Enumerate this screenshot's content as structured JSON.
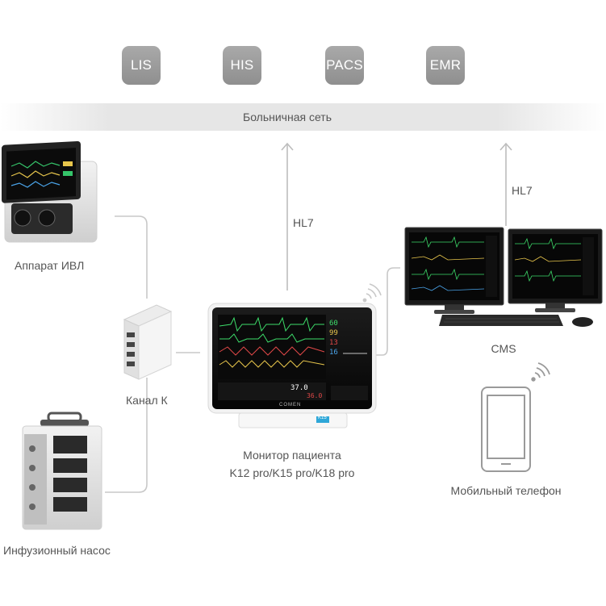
{
  "systems": [
    {
      "label": "LIS"
    },
    {
      "label": "HIS"
    },
    {
      "label": "PACS"
    },
    {
      "label": "EMR"
    }
  ],
  "network": {
    "label": "Больничная сеть"
  },
  "links": {
    "hl7_left": "HL7",
    "hl7_right": "HL7"
  },
  "devices": {
    "ventilator": {
      "label": "Аппарат ИВЛ"
    },
    "channel": {
      "label": "Канал К"
    },
    "infusion": {
      "label": "Инфузионный насос"
    },
    "monitor": {
      "line1": "Монитор пациента",
      "line2": "K12 pro/K15 pro/K18 pro"
    },
    "cms": {
      "label": "CMS"
    },
    "phone": {
      "label": "Мобильный телефон"
    }
  },
  "monitor_screen": {
    "values": [
      "60",
      "99",
      "13",
      "16",
      "37.0",
      "36.0"
    ],
    "brand": "COMEN",
    "model": "K15"
  },
  "colors": {
    "tile": "#999999",
    "line": "#c8c8c8",
    "text": "#555555",
    "screen": "#0d0d0d"
  }
}
